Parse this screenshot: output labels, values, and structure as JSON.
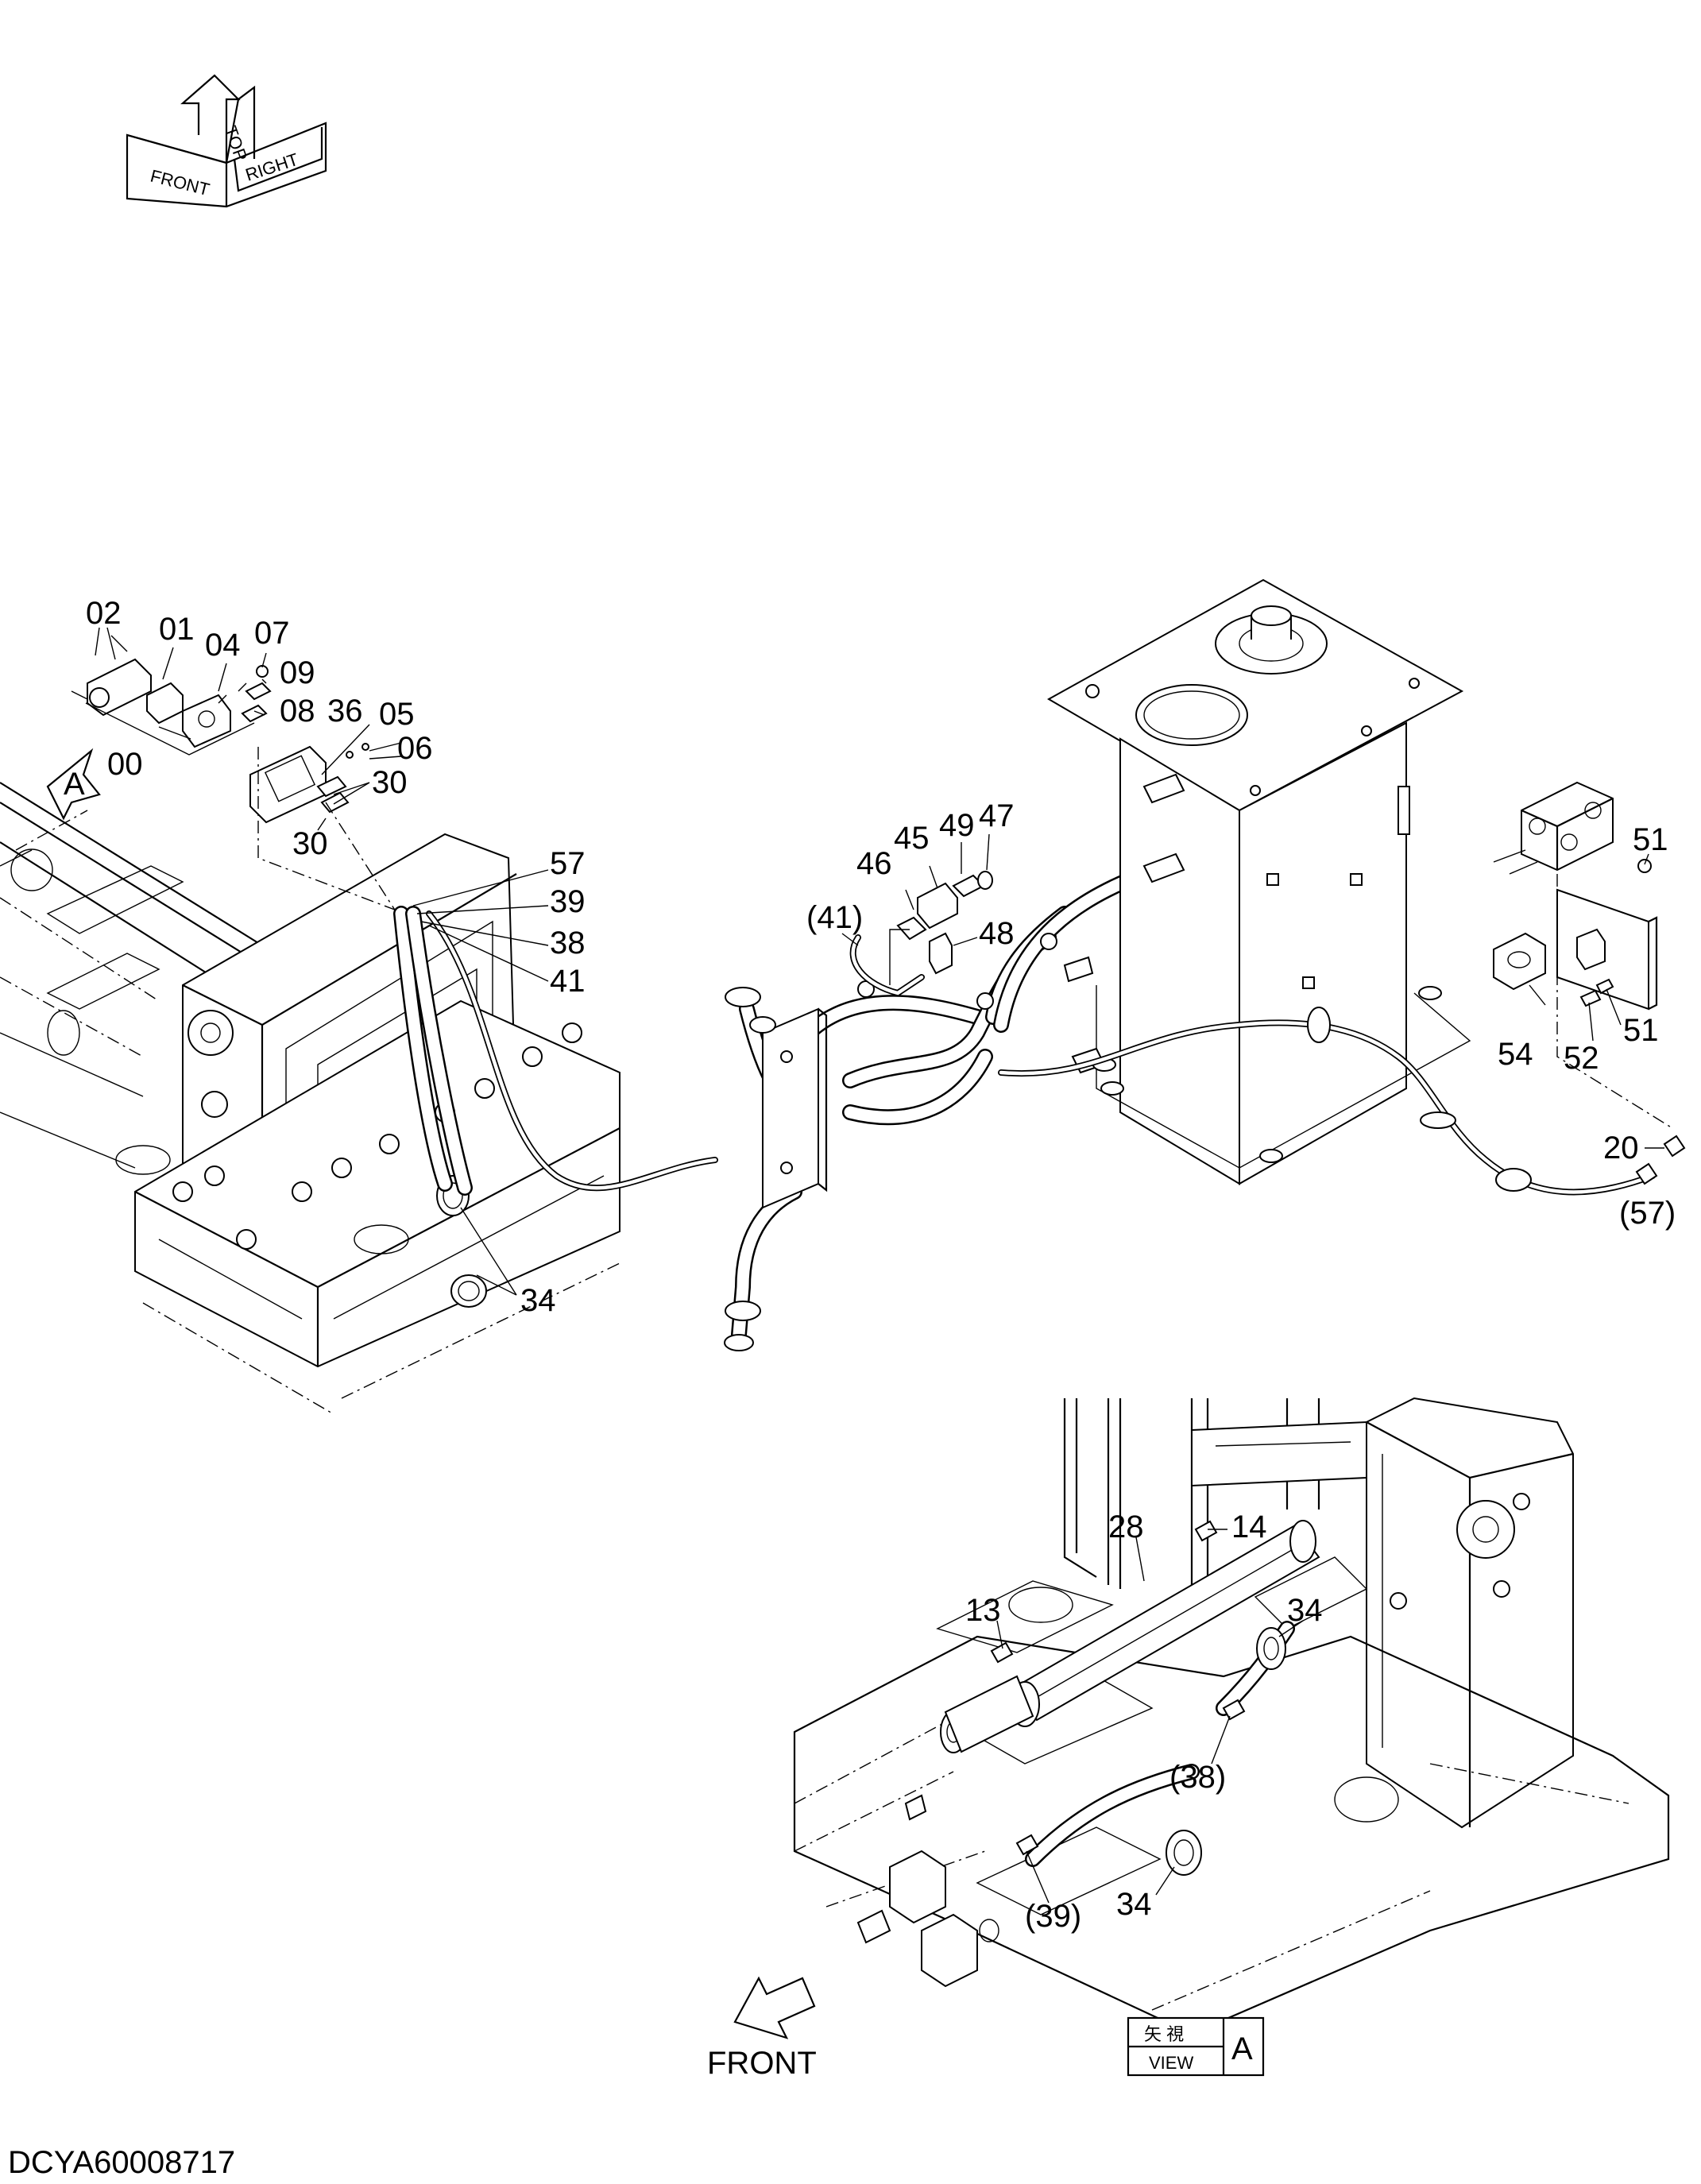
{
  "orientation": {
    "labels": [
      "FRONT",
      "TOP",
      "RIGHT"
    ]
  },
  "main_view": {
    "callouts": [
      "02",
      "01",
      "04",
      "07",
      "09",
      "08",
      "36",
      "05",
      "06",
      "00",
      "30",
      "30",
      "57",
      "39",
      "38",
      "41",
      "34",
      "(41)",
      "46",
      "45",
      "49",
      "47",
      "48",
      "51",
      "51",
      "54",
      "52",
      "20",
      "(57)"
    ],
    "view_marker": "A"
  },
  "view_a": {
    "callouts": [
      "14",
      "28",
      "13",
      "34",
      "(38)",
      "34",
      "(39)"
    ],
    "front_label": "FRONT",
    "box": {
      "kanji": "矢  視",
      "view_word": "VIEW",
      "letter": "A"
    }
  },
  "drawing_id": "DCYA60008717"
}
